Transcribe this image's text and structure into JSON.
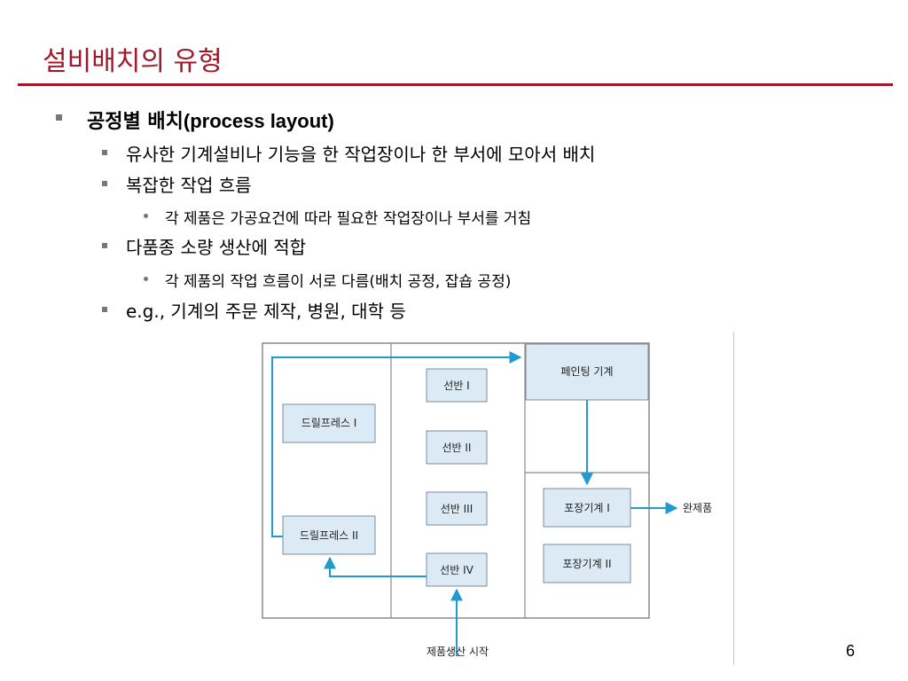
{
  "slide": {
    "title": "설비배치의 유형",
    "page_number": "6"
  },
  "bullets": {
    "l1_title_ko": "공정별 배치",
    "l1_title_en": "(process layout)",
    "b1": "유사한 기계설비나 기능을 한 작업장이나 한 부서에 모아서 배치",
    "b2": "복잡한 작업 흐름",
    "b2_sub": "각 제품은 가공요건에 따라 필요한 작업장이나 부서를 거침",
    "b3": "다품종 소량 생산에 적합",
    "b3_sub": "각 제품의 작업 흐름이 서로 다름(배치 공정, 잡숍 공정)",
    "b4": "e.g., 기계의 주문 제작, 병원, 대학 등"
  },
  "diagram": {
    "colors": {
      "box_fill": "#dbeaf4",
      "box_stroke": "#7a8c99",
      "arrow": "#1f9bd0",
      "frame": "#8a8a8a"
    },
    "boxes": {
      "drill1": "드릴프레스 I",
      "drill2": "드릴프레스 II",
      "lathe1": "선반 I",
      "lathe2": "선반 II",
      "lathe3": "선반 III",
      "lathe4": "선반 IV",
      "paint": "페인팅 기계",
      "pack1": "포장기계 I",
      "pack2": "포장기계 II"
    },
    "labels": {
      "finished": "완제품",
      "start": "제품생산 시작"
    }
  }
}
